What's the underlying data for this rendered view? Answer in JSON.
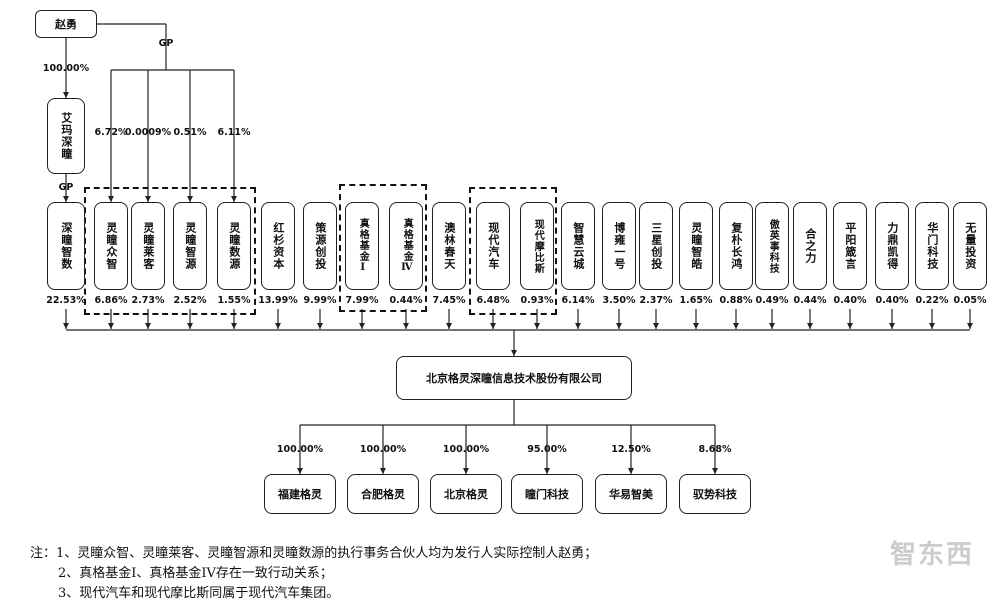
{
  "controller": {
    "name": "赵勇",
    "pct_to_aima": "100.00%"
  },
  "aima": {
    "name": "艾玛深瞳"
  },
  "gp_labels": {
    "top": "GP",
    "aima": "GP"
  },
  "gp_links": [
    {
      "pct": "6.72%"
    },
    {
      "pct": "0.0009%"
    },
    {
      "pct": "0.51%"
    },
    {
      "pct": "6.11%"
    }
  ],
  "shareholders": [
    {
      "name": "深瞳智数",
      "pct": "22.53%"
    },
    {
      "name": "灵瞳众智",
      "pct": "6.86%"
    },
    {
      "name": "灵瞳莱客",
      "pct": "2.73%"
    },
    {
      "name": "灵瞳智源",
      "pct": "2.52%"
    },
    {
      "name": "灵瞳数源",
      "pct": "1.55%"
    },
    {
      "name": "红杉资本",
      "pct": "13.99%"
    },
    {
      "name": "策源创投",
      "pct": "9.99%"
    },
    {
      "name": "真格基金Ⅰ",
      "pct": "7.99%"
    },
    {
      "name": "真格基金Ⅳ",
      "pct": "0.44%"
    },
    {
      "name": "澳林春天",
      "pct": "7.45%"
    },
    {
      "name": "现代汽车",
      "pct": "6.48%"
    },
    {
      "name": "现代摩比斯",
      "pct": "0.93%"
    },
    {
      "name": "智慧云城",
      "pct": "6.14%"
    },
    {
      "name": "博雍一号",
      "pct": "3.50%"
    },
    {
      "name": "三星创投",
      "pct": "2.37%"
    },
    {
      "name": "灵瞳智皓",
      "pct": "1.65%"
    },
    {
      "name": "复朴长鸿",
      "pct": "0.88%"
    },
    {
      "name": "傲英事科技",
      "pct": "0.49%"
    },
    {
      "name": "合之力",
      "pct": "0.44%"
    },
    {
      "name": "平阳箴言",
      "pct": "0.40%"
    },
    {
      "name": "力鼎凯得",
      "pct": "0.40%"
    },
    {
      "name": "华门科技",
      "pct": "0.22%"
    },
    {
      "name": "无量投资",
      "pct": "0.05%"
    }
  ],
  "company": {
    "name": "北京格灵深瞳信息技术股份有限公司"
  },
  "subsidiaries": [
    {
      "name": "福建格灵",
      "pct": "100.00%"
    },
    {
      "name": "合肥格灵",
      "pct": "100.00%"
    },
    {
      "name": "北京格灵",
      "pct": "100.00%"
    },
    {
      "name": "瞳门科技",
      "pct": "95.00%"
    },
    {
      "name": "华易智美",
      "pct": "12.50%"
    },
    {
      "name": "驭势科技",
      "pct": "8.68%"
    }
  ],
  "notes": [
    "注：1、灵瞳众智、灵瞳莱客、灵瞳智源和灵瞳数源的执行事务合伙人均为发行人实际控制人赵勇；",
    "2、真格基金I、真格基金IV存在一致行动关系；",
    "3、现代汽车和现代摩比斯同属于现代汽车集团。"
  ],
  "watermark": "智东西"
}
